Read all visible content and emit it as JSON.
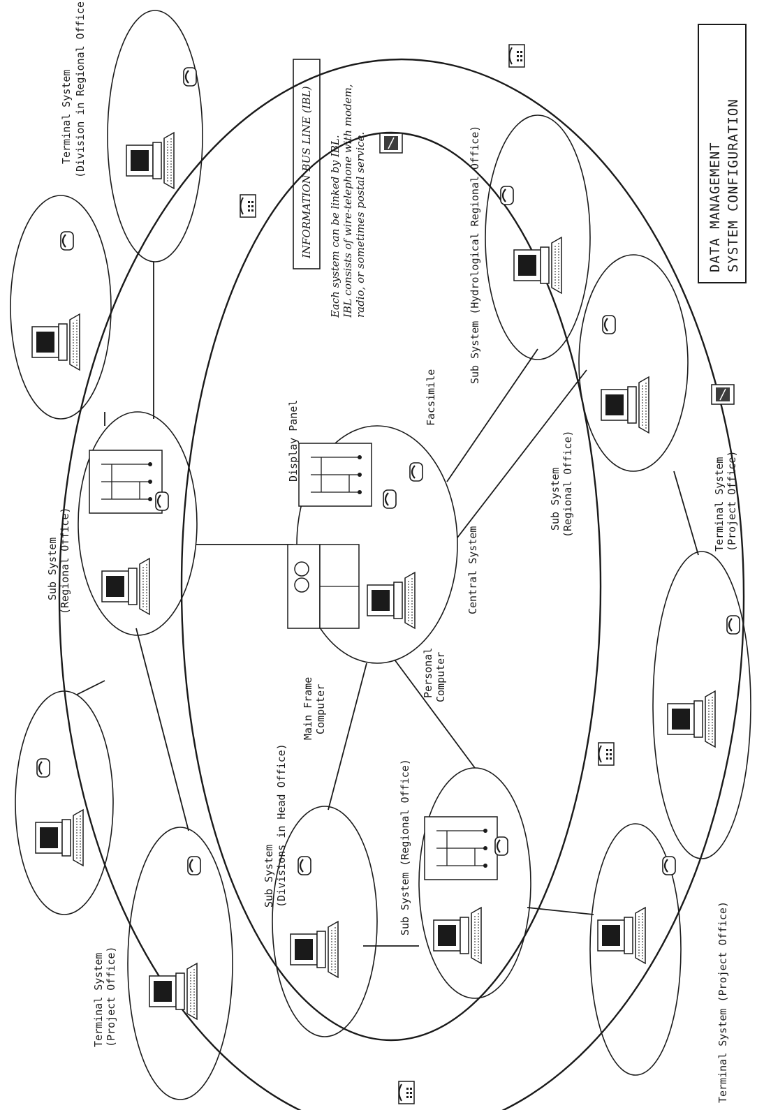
{
  "title": {
    "line1": "DATA MANAGEMENT",
    "line2": "SYSTEM CONFIGURATION"
  },
  "ibl": {
    "heading": "INFORMATION BUS LINE (IBL)",
    "note1": "Each system can be linked by IBL.",
    "note2": "IBL consists of wire-telephone with modem,",
    "note3": "radio, or sometimes postal service."
  },
  "central": {
    "system": "Central System",
    "display_panel": "Display Panel",
    "facsimile": "Facsimile",
    "mainframe1": "Main Frame",
    "mainframe2": "Computer",
    "pc1": "Personal",
    "pc2": "Computer"
  },
  "nodes": {
    "terminal_div_regional_1": "Terminal System",
    "terminal_div_regional_2": "(Division in Regional Office)",
    "sub_regional_left_1": "Sub System",
    "sub_regional_left_2": "(Regional Office)",
    "terminal_project_left_1": "Terminal System",
    "terminal_project_left_2": "(Project Office)",
    "sub_divisions_1": "Sub System",
    "sub_divisions_2": "(Divisions in Head Office)",
    "sub_regional_bottom": "Sub System (Regional Office)",
    "terminal_project_bottom": "Terminal System (Project Office)",
    "sub_hydro": "Sub System (Hydrological Regional Office)",
    "sub_regional_right_1": "Sub System",
    "sub_regional_right_2": "(Regional Office)",
    "terminal_project_right_1": "Terminal System",
    "terminal_project_right_2": "(Project Office)"
  }
}
